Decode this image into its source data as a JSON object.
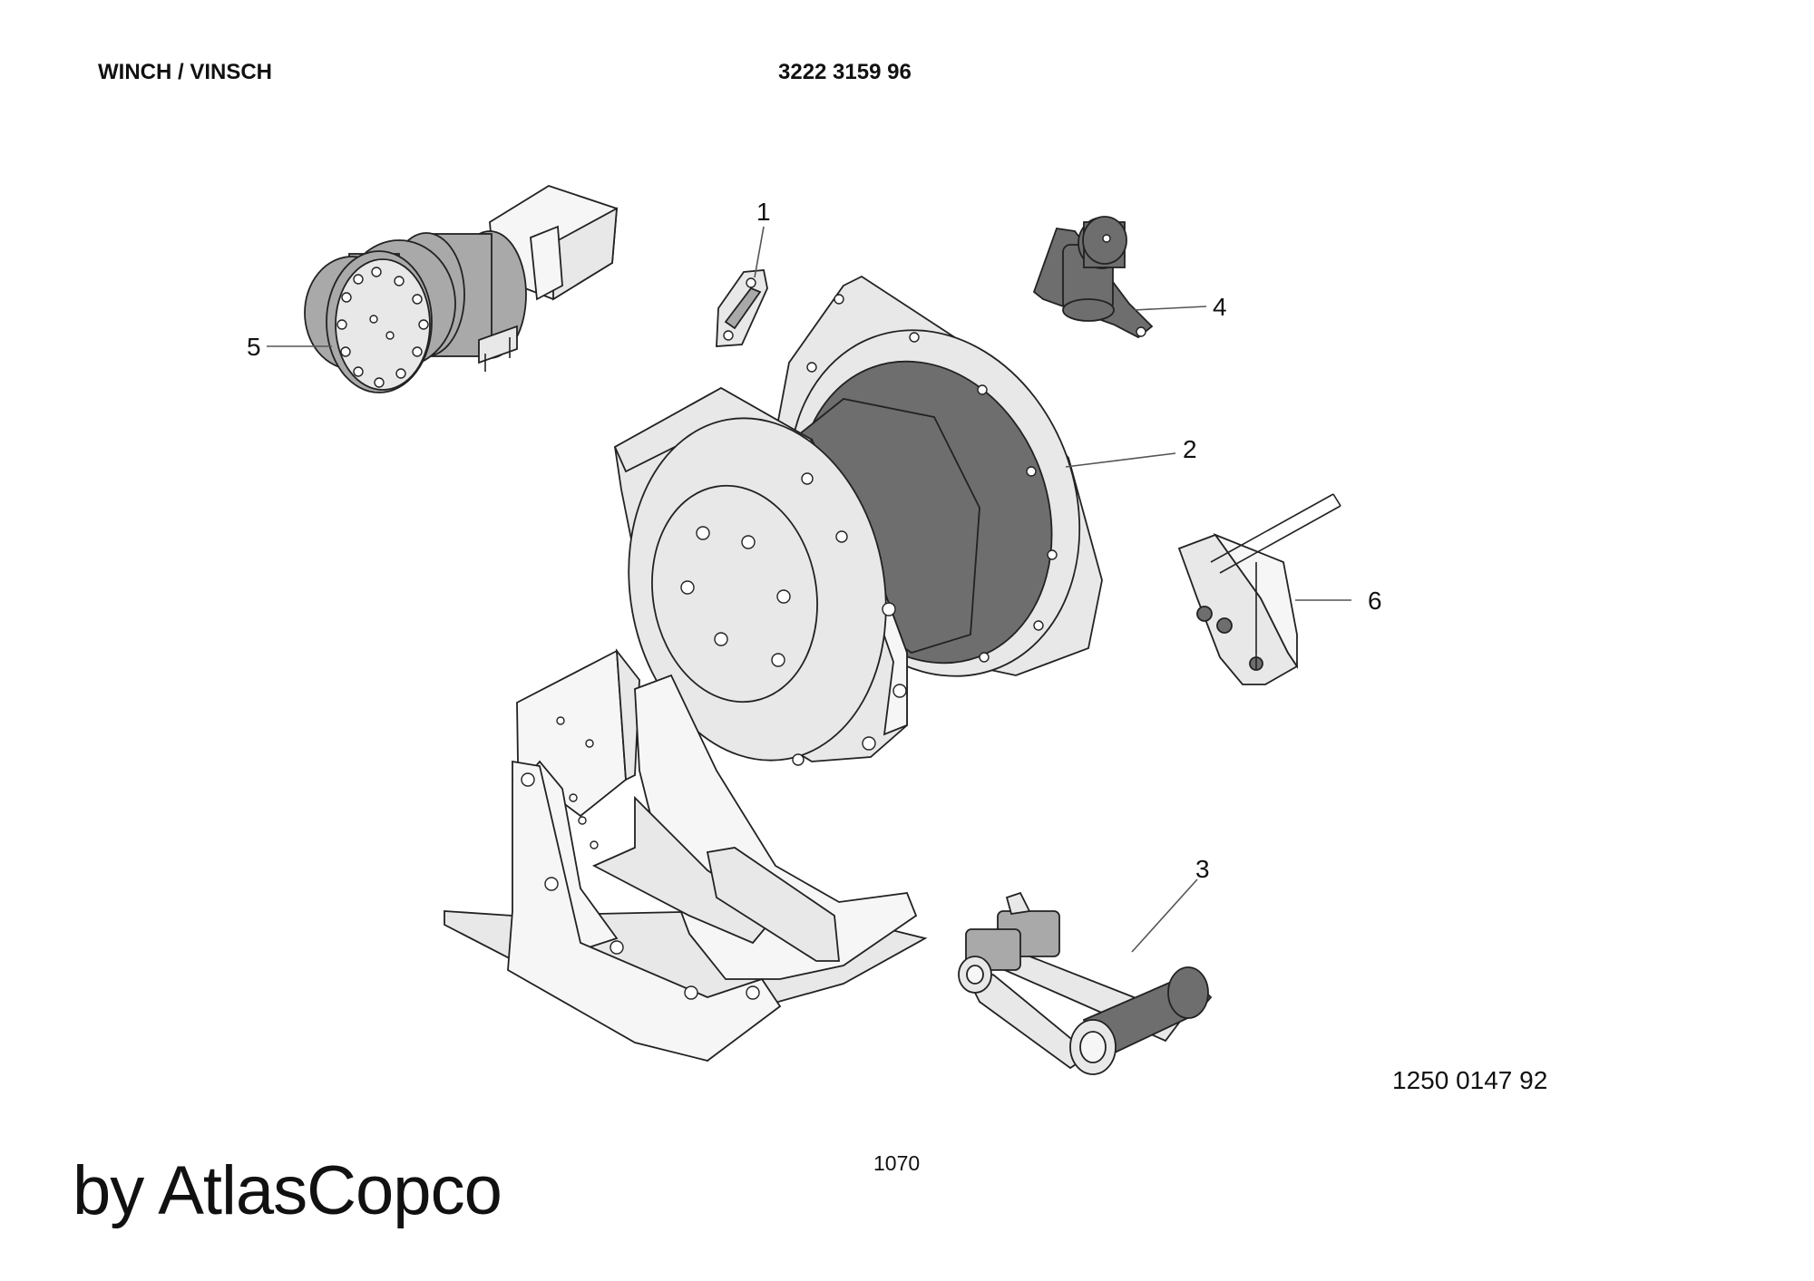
{
  "header": {
    "title": "WINCH / VINSCH",
    "code": "3222 3159 96"
  },
  "drawing_number": "1250 0147 92",
  "page_number": "1070",
  "brand": "by AtlasCopco",
  "callouts": [
    {
      "id": "1",
      "label": "1"
    },
    {
      "id": "2",
      "label": "2"
    },
    {
      "id": "3",
      "label": "3"
    },
    {
      "id": "4",
      "label": "4"
    },
    {
      "id": "5",
      "label": "5"
    },
    {
      "id": "6",
      "label": "6"
    }
  ]
}
